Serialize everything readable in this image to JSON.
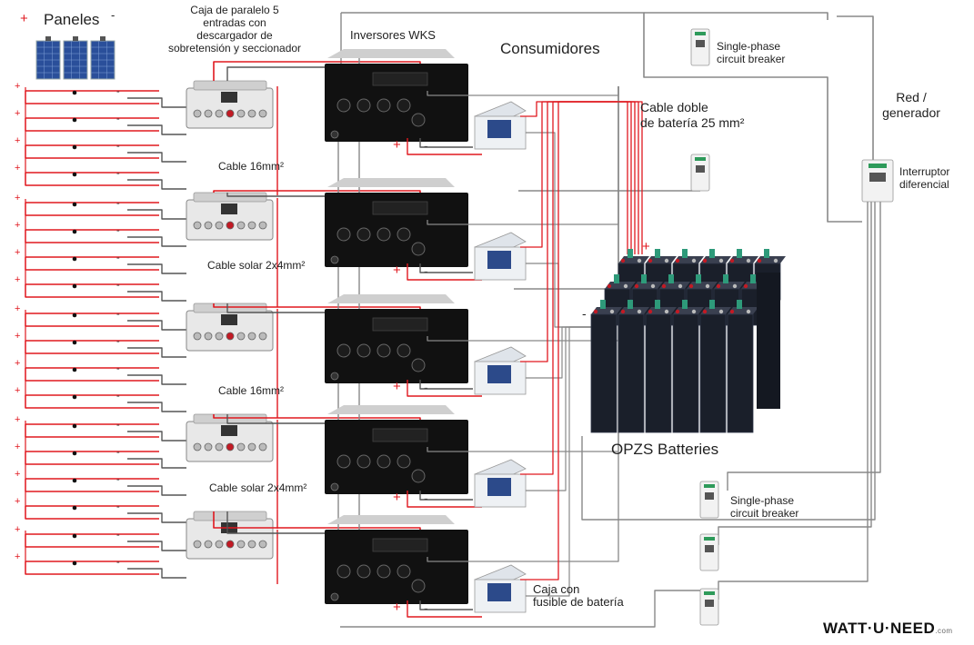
{
  "labels": {
    "panels_title": "Paneles",
    "plus": "+",
    "minus": "-",
    "combiner_box": [
      "Caja de paralelo 5",
      "entradas con",
      "descargador de",
      "sobretensión y seccionador"
    ],
    "inverters": "Inversores WKS",
    "consumers": "Consumidores",
    "battery_cable": [
      "Cable doble",
      "de batería 25 mm²"
    ],
    "cable_16_a": "Cable 16mm²",
    "cable_16_b": "Cable 16mm²",
    "cable_solar_a": "Cable solar 2x4mm²",
    "cable_solar_b": "Cable solar 2x4mm²",
    "single_phase_top": [
      "Single-phase",
      "circuit breaker"
    ],
    "single_phase_bottom": [
      "Single-phase",
      "circuit breaker"
    ],
    "grid": [
      "Red /",
      "generador"
    ],
    "rcd": [
      "Interruptor",
      "diferencial"
    ],
    "batteries": "OPZS Batteries",
    "fuse_box": [
      "Caja con",
      "fusible de batería"
    ],
    "brand": "WATT·U·NEED",
    "brand_suffix": ".com"
  },
  "colors": {
    "positive_wire": "#e0181f",
    "negative_wire": "#555555",
    "ac_wire": "#888888",
    "inverter_body": "#111111",
    "battery_body": "#1a1f2a",
    "battery_cap": "#2e9a7a"
  },
  "icons": {
    "solar_panel": "solar-panel-icon",
    "combiner_box": "combiner-box-icon",
    "inverter": "inverter-icon",
    "fuse_box": "fuse-box-icon",
    "breaker": "breaker-icon",
    "battery": "battery-bank-icon"
  }
}
